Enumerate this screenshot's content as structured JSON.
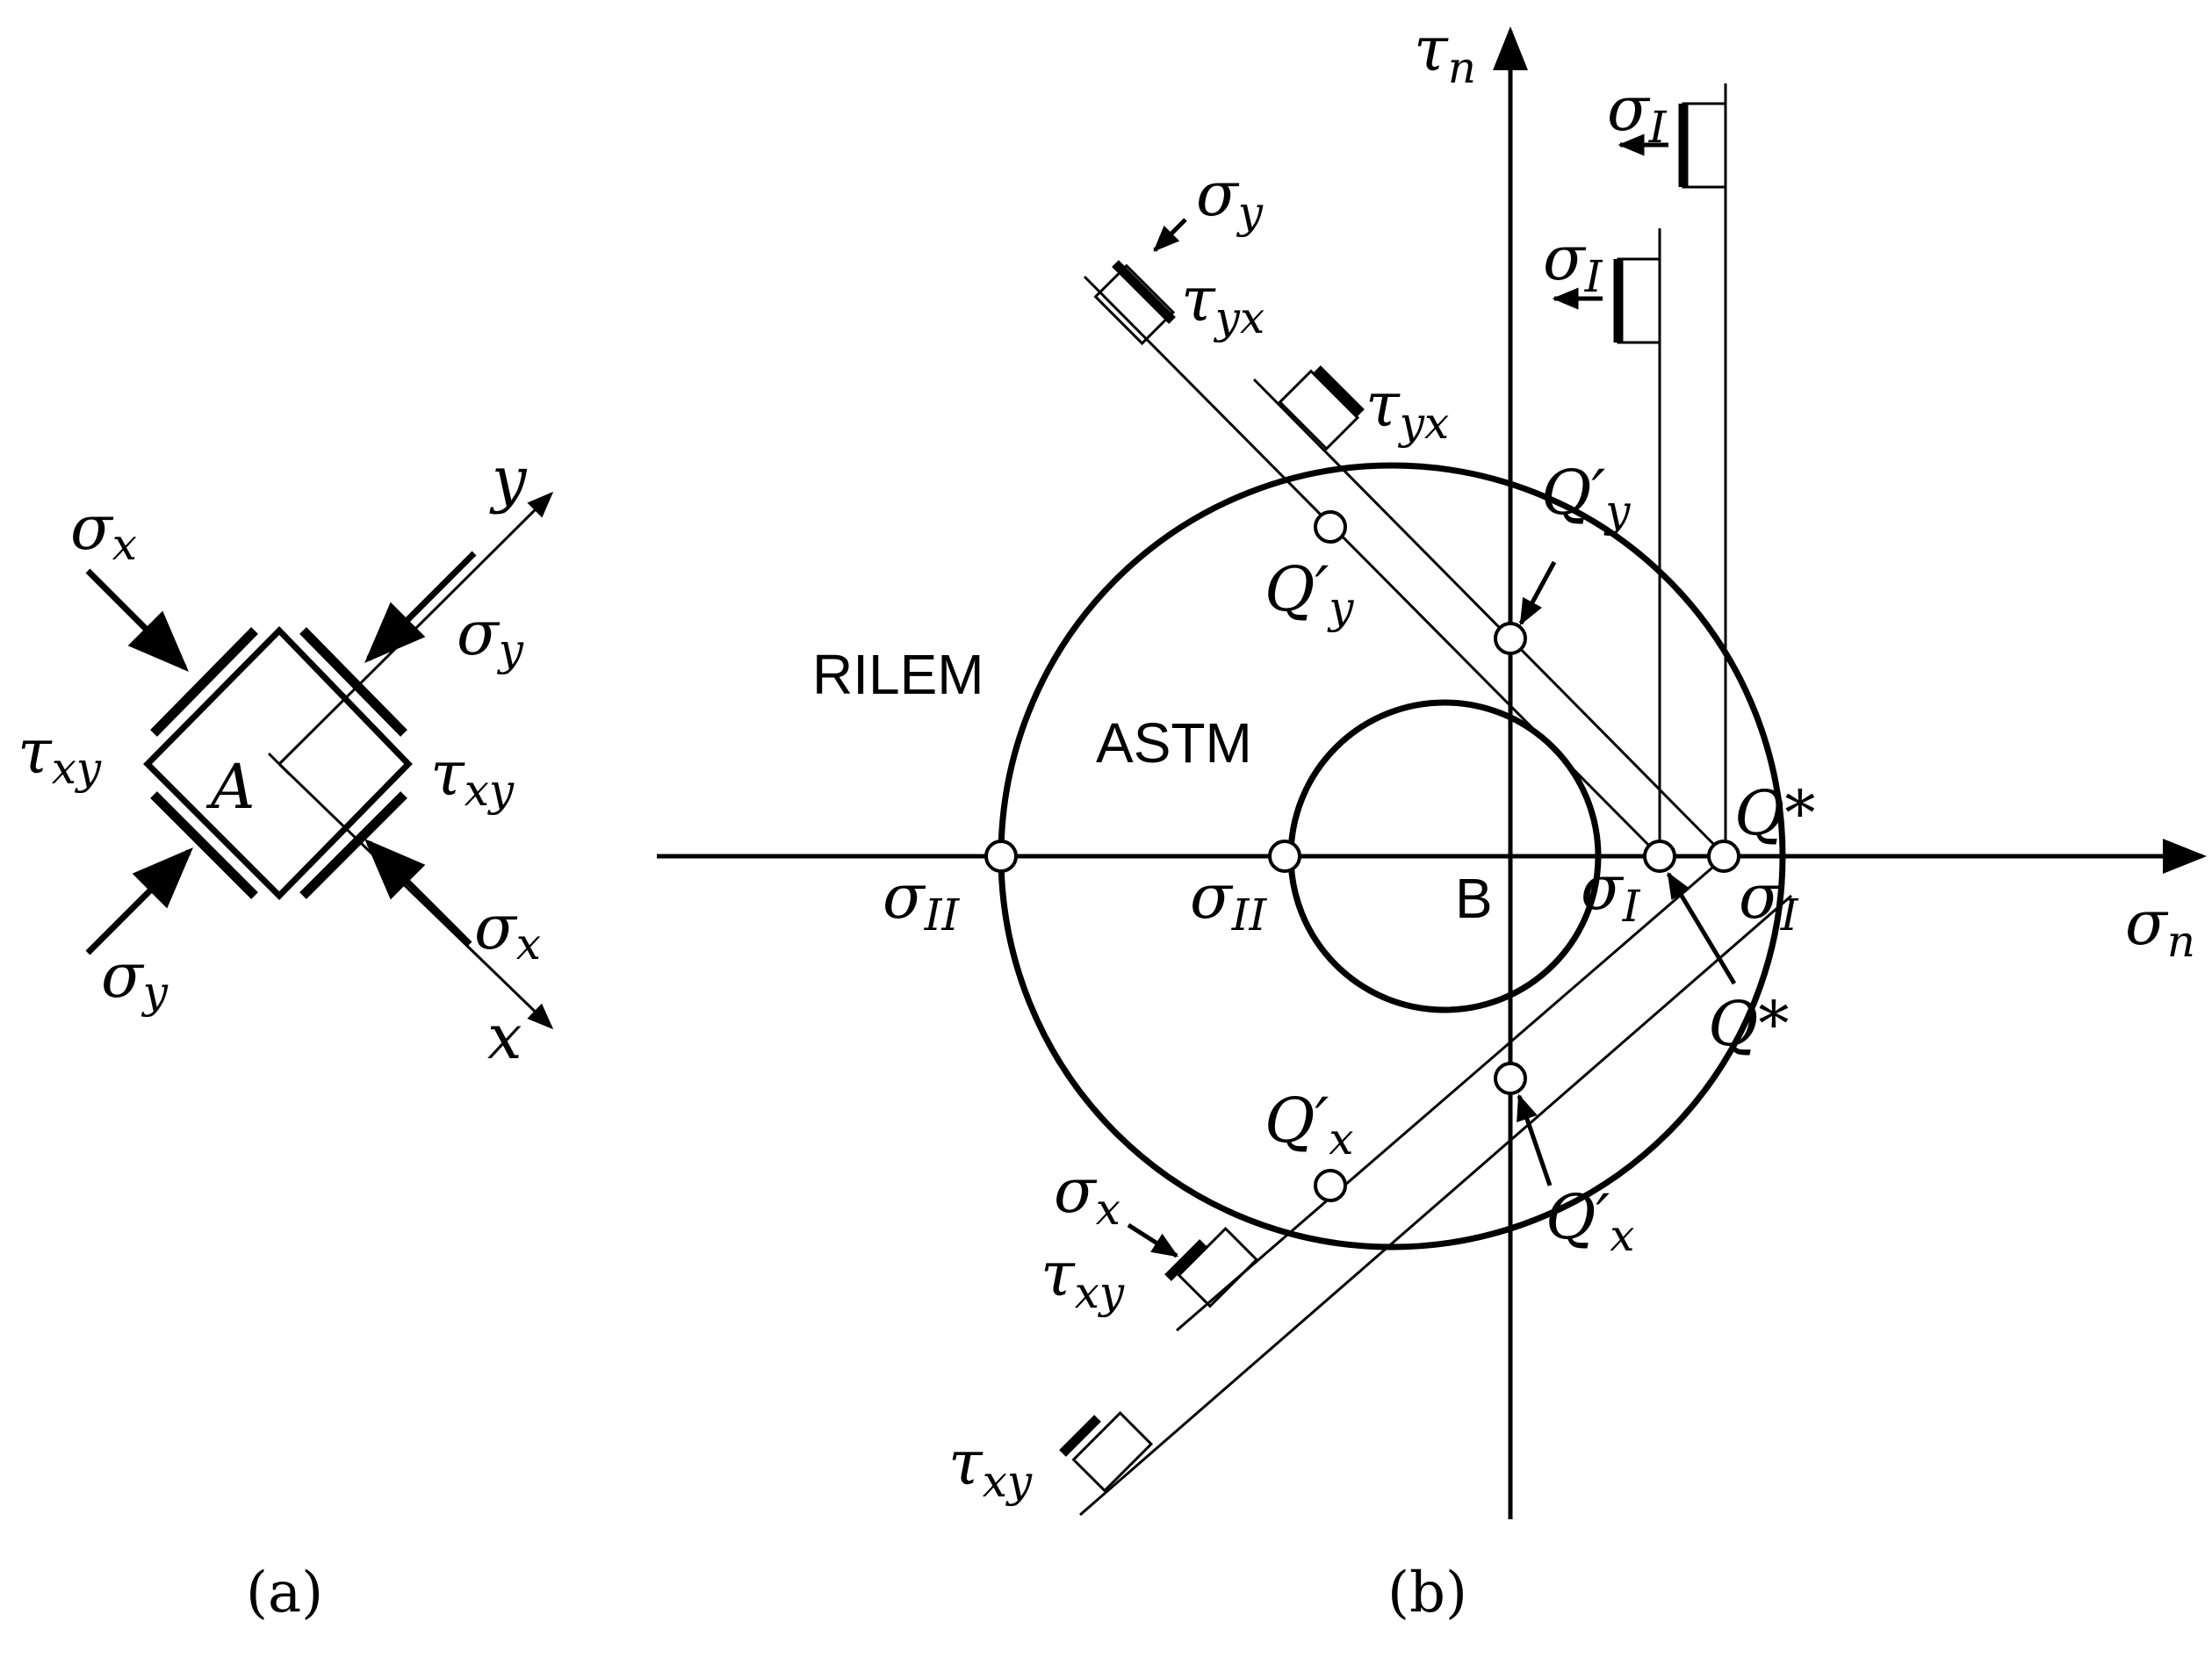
{
  "panel_a": {
    "caption": "(a)",
    "axes": {
      "x_label": "x",
      "y_label": "y"
    },
    "point": "A",
    "stresses": {
      "sigma_x": [
        "σ",
        "x"
      ],
      "sigma_y": [
        "σ",
        "y"
      ],
      "tau_xy": [
        "τ",
        "xy"
      ]
    }
  },
  "panel_b": {
    "caption": "(b)",
    "axes": {
      "horizontal": [
        "σ",
        "n"
      ],
      "vertical": [
        "τ",
        "n"
      ]
    },
    "origin": "B",
    "circles": [
      {
        "name": "RILEM"
      },
      {
        "name": "ASTM"
      }
    ],
    "points": {
      "sigma_II": [
        "σ",
        "II"
      ],
      "sigma_I": [
        "σ",
        "I"
      ],
      "Q_y_prime": [
        "Q′",
        "y"
      ],
      "Q_x_prime": [
        "Q′",
        "x"
      ],
      "Q_star": "Q*"
    },
    "element_labels": {
      "sigma_I": [
        "σ",
        "I"
      ],
      "sigma_y": [
        "σ",
        "y"
      ],
      "sigma_x": [
        "σ",
        "x"
      ],
      "tau_yx": [
        "τ",
        "yx"
      ],
      "tau_xy": [
        "τ",
        "xy"
      ]
    }
  },
  "colors": {
    "ink": "#000000",
    "background": "#ffffff"
  }
}
